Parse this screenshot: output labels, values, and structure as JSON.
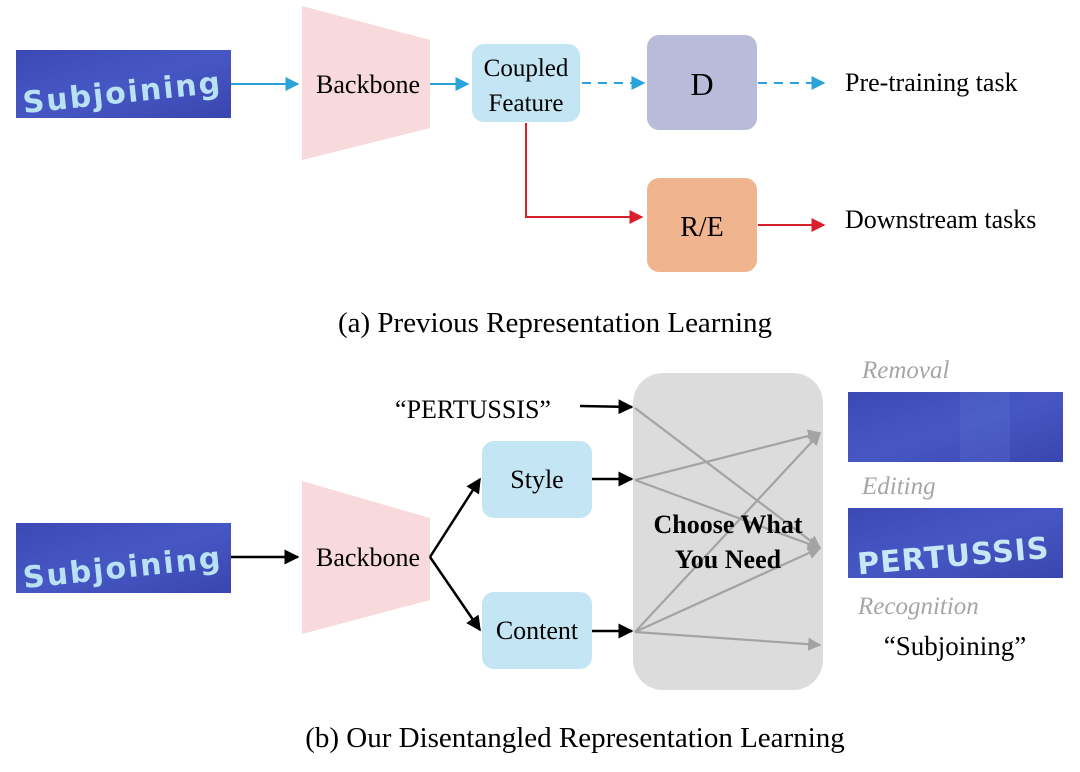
{
  "panel_a": {
    "input_image_text": "Subjoining",
    "backbone_label": "Backbone",
    "coupled_feature_line1": "Coupled",
    "coupled_feature_line2": "Feature",
    "d_label": "D",
    "re_label": "R/E",
    "pretraining_label": "Pre-training task",
    "downstream_label": "Downstream tasks",
    "caption": "(a) Previous Representation Learning"
  },
  "panel_b": {
    "input_image_text": "Subjoining",
    "backbone_label": "Backbone",
    "target_text_label": "“PERTUSSIS”",
    "style_label": "Style",
    "content_label": "Content",
    "choose_line1": "Choose What",
    "choose_line2": "You Need",
    "removal_label": "Removal",
    "editing_label": "Editing",
    "edited_image_text": "PERTUSSIS",
    "recognition_label": "Recognition",
    "recognition_output": "“Subjoining”",
    "caption": "(b) Our Disentangled Representation Learning"
  },
  "colors": {
    "text_image_bg": "#3f4fb8",
    "backbone_fill": "#f8d9dc",
    "feature_fill": "#c4e6f4",
    "d_fill": "#b8bcda",
    "re_fill": "#f0b58e",
    "choose_fill": "#dcdcdc",
    "blue_arrow": "#2aa4d8",
    "red_arrow": "#d9202a",
    "gray_arrow": "#a3a3a3",
    "label_gray": "#a6a6a6"
  }
}
